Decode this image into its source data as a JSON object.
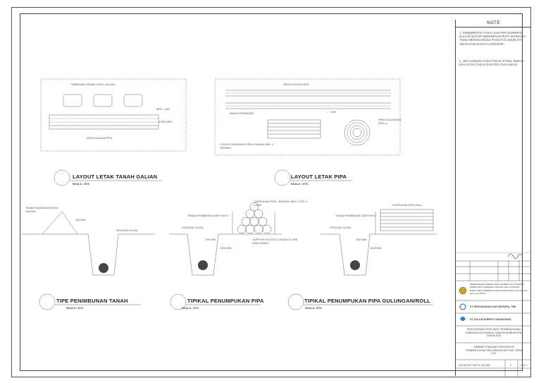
{
  "note": {
    "title": "NOTE",
    "item1": "1.  PENEMPATAN TANAH DAN PIPA DISIMPAN GALIAN (DATUR SEDEMIKIAN RUPA SEHINGGA TIDAK MENGGANGGU FASILITAS UMUM DAN AMAN DARI BAHAYA LONGSOR.",
    "item2": "2.  JIKA KONDISI TANAH TIDAK STABIL SEBAIK-NYA LETAK TANAH DAN PIPA DIJAUHKAN."
  },
  "drawings": {
    "layout_galian": {
      "title": "LAYOUT LETAK TANAH GALIAN",
      "scale": "SKALA : NTS",
      "label_timbunan": "TIMBUNAN TANAH HASIL GALIAN",
      "label_area": "AREA GALIAN PIPA",
      "label_pipa": "PIPA DRS",
      "label_min": "MIN. 1,5M"
    },
    "layout_pipa": {
      "title": "LAYOUT LETAK PIPA",
      "scale": "SKALA : NTS",
      "label_area": "AREA GALIAN PIPA",
      "label_tanda": "TANDA PEMBATAS",
      "label_galian": "1,5M",
      "label_pipa_gulung": "PIPA GULUNGAN (ROLL)",
      "label_chock": "CHOCK DIPASANG KIRI & KANAN MIN. 2 PASANG"
    },
    "tipe_timbun": {
      "title": "TIPE PENIMBUNAN TANAH",
      "scale": "SKALA : NTS",
      "label_tanah": "TANAH BUANGAN HASIL GALIAN",
      "label_ground": "GROUND LEVEL",
      "label_dim": "500 MM"
    },
    "tipikal_pipa": {
      "title": "TIPIKAL PENUMPUKAN PIPA",
      "scale": "SKALA : NTS",
      "label_tumpukan": "TUMPUKAN PIPA - BATANG MAX 3 S/D 4 LAPIS",
      "label_tanda": "TANDA PEMBATAS DARI KAYU",
      "label_ground": "GROUND LEVEL",
      "label_dim1": "500 MM",
      "label_dim2": "1000 MM",
      "label_support": "SUPPORT/CHOCK 2 BUAH DI KIRI DAN KANAN"
    },
    "tipikal_roll": {
      "title": "TIPIKAL PENUMPUKAN PIPA GULUNGAN/ROLL",
      "scale": "SKALA : NTS",
      "label_tumpukan": "TUMPUKAN PIPA ROLL",
      "label_tanda": "TANDA PEMBATAS DARI KAYU",
      "label_ground": "GROUND LEVEL",
      "label_dim1": "500 MM",
      "label_dim2": "1000 MM"
    }
  },
  "titleblock": {
    "company1": "PT PERUSAHAAN GAS NEGARA, TBK",
    "company2": "PT SOLUSI ENERGY NUSANTARA",
    "ministry": "KEMENTERIAN ENERGI DAN SUMBER DAYA MINERAL DIREKTORAT JENDERAL MINYAK DAN GAS BUMI DIREKTORAT PEMBANGUNAN INFRASTRUKTUR MINYAK DAN GAS BUMI",
    "project": "PENYUSUNAN FEED-DEDC PEMBANGUNAN JARINGAN GAS RUMAH TANGGA (KABUPATEN) TAHUN 2021",
    "drawing_title": "GAMBAR STANDAR KONSTRUKSI PEMBENTUKAN PIPA DENGAN METODE OPEN CUT",
    "drawing_no": "AUDIR-DET-0H-PL-GD-005",
    "rev": "0",
    "sheet": "1 OF 1"
  }
}
